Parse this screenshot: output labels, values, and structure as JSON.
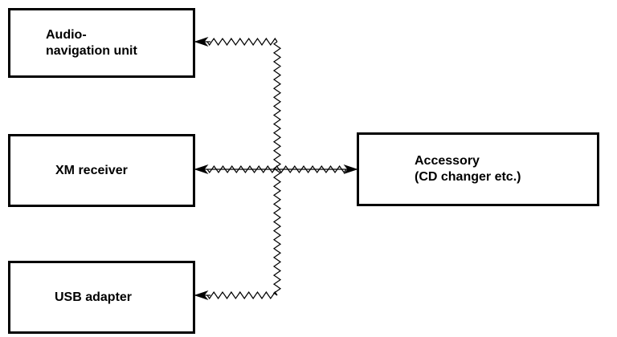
{
  "diagram": {
    "background_color": "#ffffff",
    "line_color": "#000000",
    "box_border_color": "#000000",
    "nodes": {
      "audio_navigation_unit": {
        "label": "Audio-\nnavigation unit"
      },
      "xm_receiver": {
        "label": "XM receiver"
      },
      "usb_adapter": {
        "label": "USB adapter"
      },
      "accessory": {
        "label": "Accessory\n(CD changer etc.)"
      }
    },
    "connections": [
      {
        "from": "accessory",
        "to": "audio_navigation_unit",
        "line_style": "zigzag",
        "arrowheads": [
          "audio_navigation_unit"
        ]
      },
      {
        "from": "accessory",
        "to": "xm_receiver",
        "line_style": "zigzag",
        "arrowheads": [
          "xm_receiver",
          "accessory"
        ]
      },
      {
        "from": "accessory",
        "to": "usb_adapter",
        "line_style": "zigzag",
        "arrowheads": [
          "usb_adapter"
        ]
      }
    ]
  }
}
